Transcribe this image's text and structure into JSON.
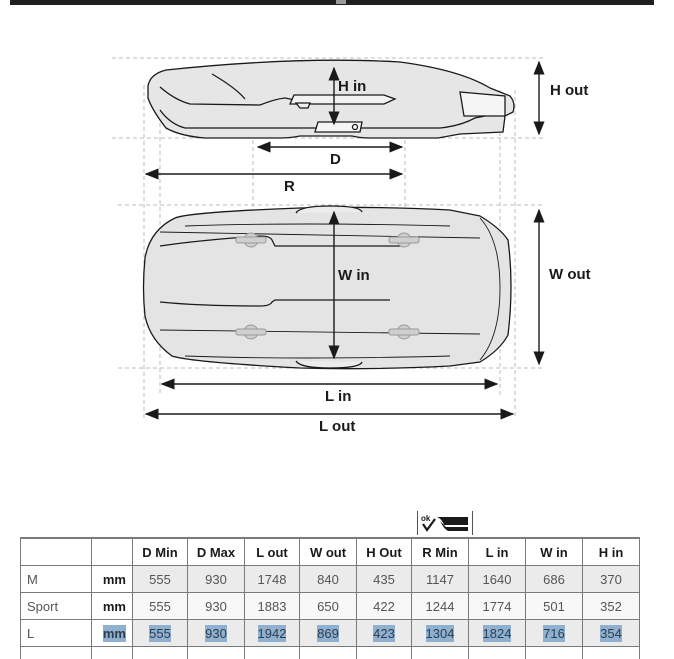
{
  "header": {
    "bar_color": "#1f1f1f"
  },
  "diagram": {
    "side_view": {
      "labels": {
        "h_in": "H in",
        "h_out": "H out",
        "d": "D",
        "r": "R"
      }
    },
    "top_view": {
      "labels": {
        "w_in": "W in",
        "w_out": "W out",
        "l_in": "L in",
        "l_out": "L out"
      }
    },
    "icon": "roof-fit-ok-icon"
  },
  "table": {
    "columns": [
      "",
      "",
      "D Min",
      "D Max",
      "L out",
      "W out",
      "H Out",
      "R Min",
      "L in",
      "W in",
      "H in"
    ],
    "rows": [
      {
        "name": "M",
        "unit": "mm",
        "values": [
          "555",
          "930",
          "1748",
          "840",
          "435",
          "1147",
          "1640",
          "686",
          "370"
        ],
        "highlighted": false
      },
      {
        "name": "Sport",
        "unit": "mm",
        "values": [
          "555",
          "930",
          "1883",
          "650",
          "422",
          "1244",
          "1774",
          "501",
          "352"
        ],
        "highlighted": false
      },
      {
        "name": "L",
        "unit": "mm",
        "values": [
          "555",
          "930",
          "1942",
          "869",
          "423",
          "1304",
          "1824",
          "716",
          "354"
        ],
        "highlighted": true
      }
    ],
    "highlight_color": "#8fb1cf"
  }
}
